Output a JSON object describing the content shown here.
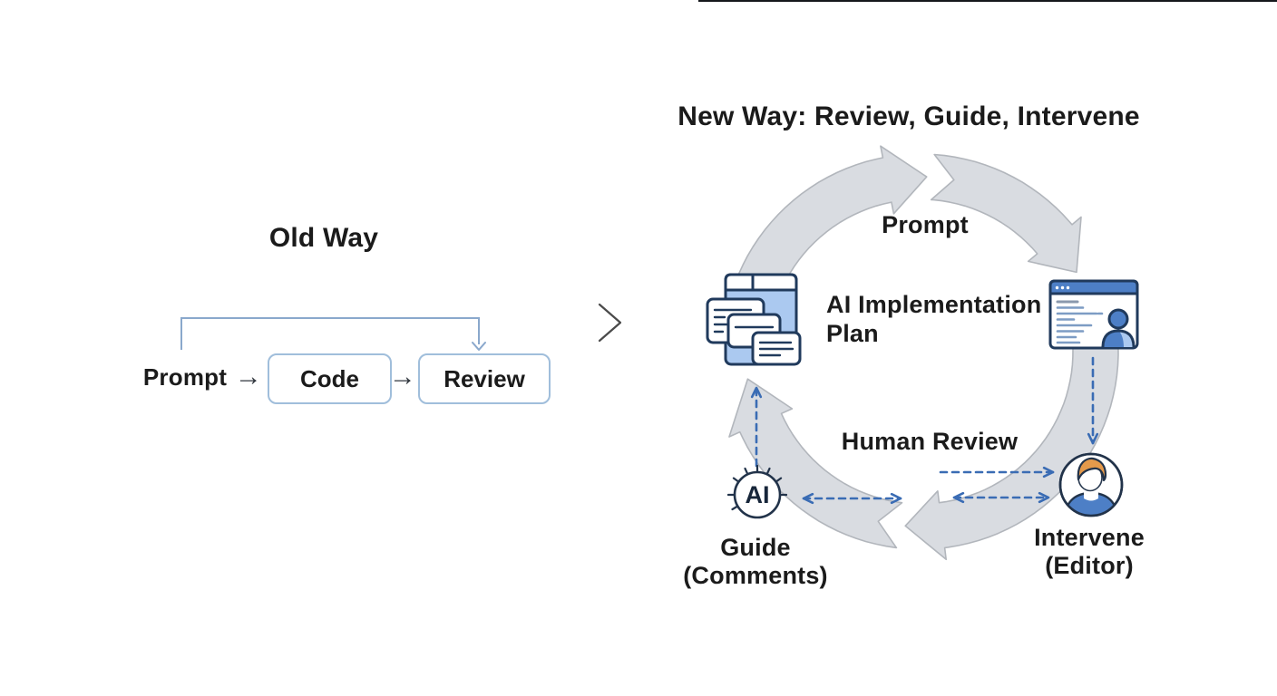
{
  "old_way": {
    "title": "Old Way",
    "prompt_label": "Prompt",
    "code_label": "Code",
    "review_label": "Review",
    "arrow_glyph": "→"
  },
  "new_way": {
    "title": "New Way: Review, Guide, Intervene",
    "prompt_label": "Prompt",
    "plan_label_line1": "AI Implementation",
    "plan_label_line2": "Plan",
    "human_review_label": "Human Review",
    "guide_label_line1": "Guide",
    "guide_label_line2": "(Comments)",
    "intervene_label_line1": "Intervene",
    "intervene_label_line2": "(Editor)",
    "ai_badge": "AI"
  },
  "theme": {
    "text": "#1b1b1b",
    "band_fill": "#d9dce1",
    "band_stroke": "#b2b6bc",
    "dashed_arrow": "#3a6cb4",
    "old_box_border": "#a0bedb",
    "old_feedback_line": "#8aa8cc",
    "chevron_gray": "#4a4a4a",
    "icon_outline": "#203a5c",
    "icon_blue": "#4d7fc6",
    "icon_light_blue": "#abc9f0",
    "hair_orange": "#e59a4b"
  }
}
